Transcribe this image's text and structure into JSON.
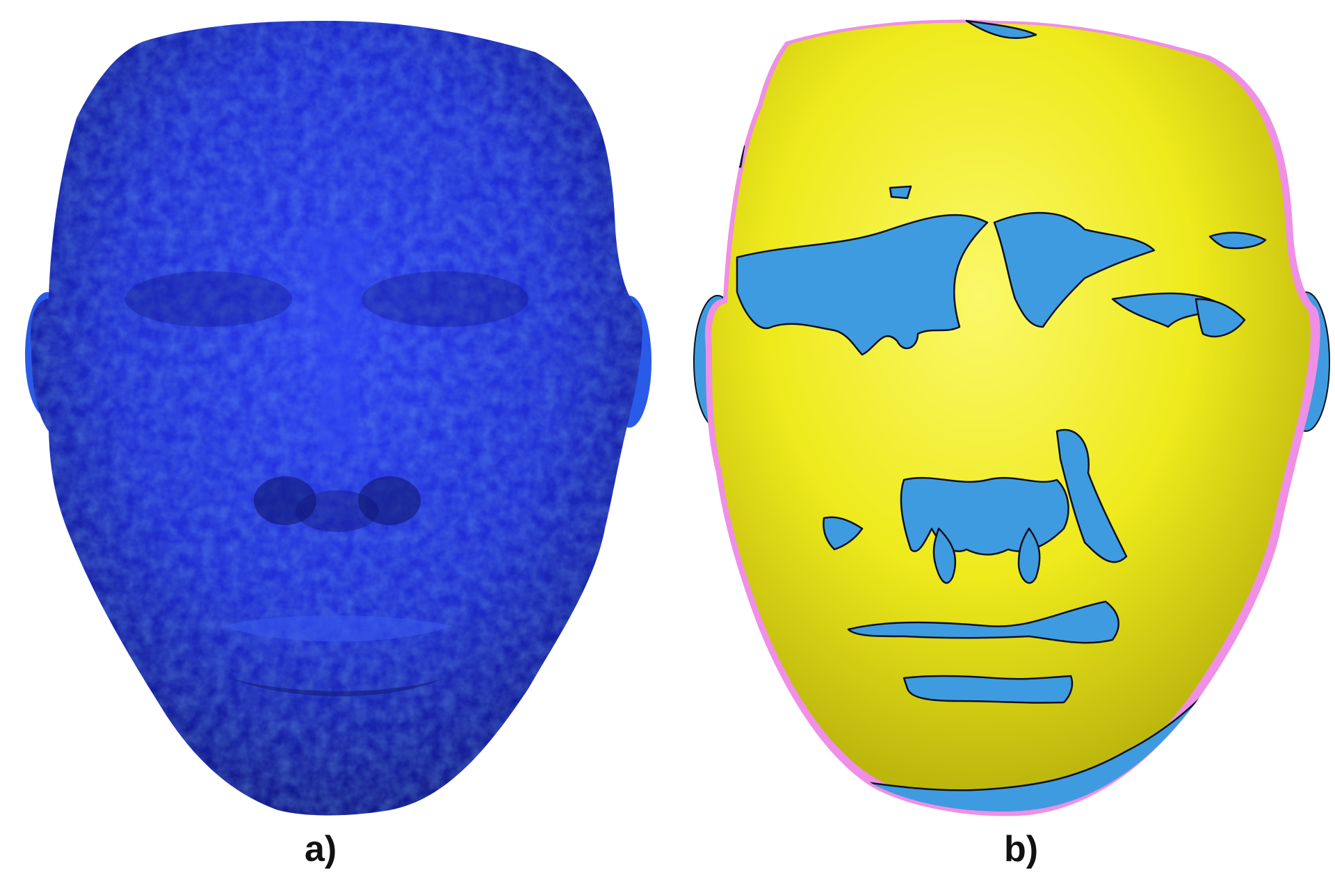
{
  "panels": [
    {
      "id": "a",
      "caption": "a)",
      "surface_color": "#1f2fd0",
      "icon": "face-mesh-blue"
    },
    {
      "id": "b",
      "caption": "b)",
      "surface_color": "#eeea1c",
      "overlay_color": "#3f9be0",
      "edge_color": "#ef8fe6",
      "icon": "face-mesh-deviation-overlay"
    }
  ]
}
